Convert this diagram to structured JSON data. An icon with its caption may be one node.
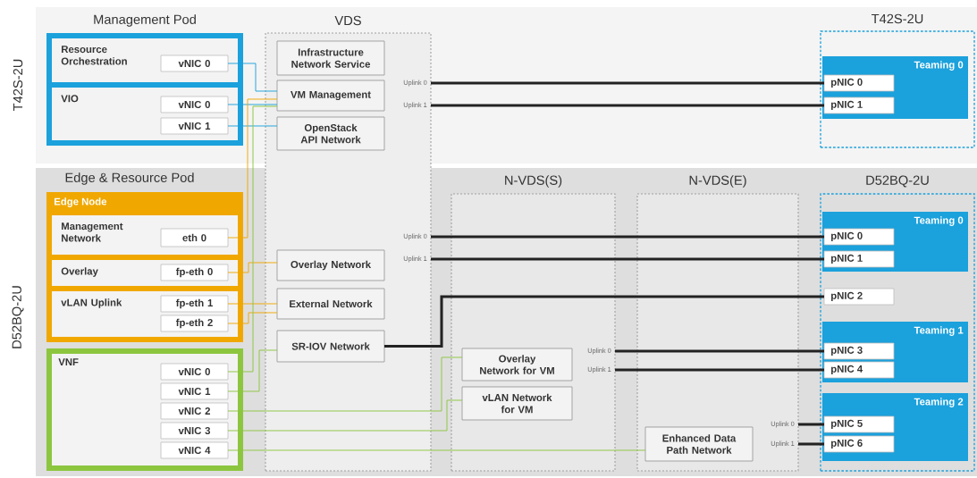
{
  "diagram": {
    "nodes": [
      {
        "text": [
          "Management Pod"
        ]
      },
      {
        "text": [
          "Resource Orchestration"
        ],
        "in": 0
      },
      {
        "text": [
          "vNIC 0"
        ],
        "in": 1
      },
      {
        "text": [
          "VIO"
        ],
        "in": 0
      },
      {
        "text": [
          "vNIC 0"
        ],
        "in": 3
      },
      {
        "text": [
          "vNIC 1"
        ],
        "in": 3
      },
      {
        "text": [
          "VDS"
        ]
      },
      {
        "text": [
          "Infrastructure Network Service"
        ],
        "in": 6
      },
      {
        "text": [
          "VM Management"
        ],
        "in": 6
      },
      {
        "text": [
          "OpenStack API Network"
        ],
        "in": 6
      },
      {
        "text": [
          "T42S-2U"
        ]
      },
      {
        "text": [
          "Teaming 0"
        ],
        "in": 10
      },
      {
        "text": [
          "pNIC 0"
        ],
        "in": 11
      },
      {
        "text": [
          "pNIC 1"
        ],
        "in": 11
      },
      {
        "text": [
          "Edge Node"
        ]
      },
      {
        "text": [
          "Management Network"
        ],
        "in": 14
      },
      {
        "text": [
          "eth 0"
        ],
        "in": 15
      },
      {
        "text": [
          "Overlay"
        ],
        "in": 14
      },
      {
        "text": [
          "fp-eth 0"
        ],
        "in": 17
      },
      {
        "text": [
          "vLAN Uplink"
        ],
        "in": 14
      },
      {
        "text": [
          "fp-eth 1"
        ],
        "in": 19
      },
      {
        "text": [
          "fp-eth 2"
        ],
        "in": 19
      },
      {
        "text": [
          "VNF"
        ]
      },
      {
        "text": [
          "vNIC 0"
        ],
        "in": 22
      },
      {
        "text": [
          "vNIC 1"
        ],
        "in": 22
      },
      {
        "text": [
          "vNIC 2"
        ],
        "in": 22
      },
      {
        "text": [
          "vNIC 3"
        ],
        "in": 22
      },
      {
        "text": [
          "vNIC 4"
        ],
        "in": 22
      },
      {
        "text": [
          "Overlay Network"
        ],
        "in": 6
      },
      {
        "text": [
          "External Network"
        ],
        "in": 6
      },
      {
        "text": [
          "SR-IOV Network"
        ],
        "in": 6
      },
      {
        "text": [
          "N-VDS(S)"
        ]
      },
      {
        "text": [
          "Overlay Network for VM"
        ],
        "in": 31
      },
      {
        "text": [
          "vLAN Network for VM"
        ],
        "in": 31
      },
      {
        "text": [
          "N-VDS(E)"
        ]
      },
      {
        "text": [
          "Enhanced Data Path Network"
        ],
        "in": 34
      },
      {
        "text": [
          "D52BQ-2U"
        ]
      },
      {
        "text": [
          "Teaming 0"
        ],
        "in": 36
      },
      {
        "text": [
          "pNIC 0"
        ],
        "in": 37
      },
      {
        "text": [
          "pNIC 1"
        ],
        "in": 37
      },
      {
        "text": [
          "pNIC 2"
        ],
        "in": 36
      },
      {
        "text": [
          "Teaming 1"
        ],
        "in": 36
      },
      {
        "text": [
          "pNIC 3"
        ],
        "in": 41
      },
      {
        "text": [
          "pNIC 4"
        ],
        "in": 41
      },
      {
        "text": [
          "Teaming 2"
        ],
        "in": 36
      },
      {
        "text": [
          "pNIC 5"
        ],
        "in": 44
      },
      {
        "text": [
          "pNIC 6"
        ],
        "in": 44
      }
    ],
    "edges": [
      {
        "from": 2,
        "to": 8,
        "arrow": "none",
        "color": "#1ba1dc"
      },
      {
        "from": 4,
        "to": 8,
        "arrow": "none",
        "color": "#1ba1dc"
      },
      {
        "from": 5,
        "to": 9,
        "arrow": "none",
        "color": "#1ba1dc"
      },
      {
        "from": 16,
        "to": 8,
        "arrow": "none",
        "color": "#f0a800"
      },
      {
        "from": 18,
        "to": 28,
        "arrow": "none",
        "color": "#f0a800"
      },
      {
        "from": 20,
        "to": 29,
        "arrow": "none",
        "color": "#f0a800"
      },
      {
        "from": 21,
        "to": 29,
        "arrow": "none",
        "color": "#f0a800"
      },
      {
        "from": 23,
        "to": 8,
        "arrow": "none",
        "color": "#8cc63f"
      },
      {
        "from": 24,
        "to": 30,
        "arrow": "none",
        "color": "#8cc63f"
      },
      {
        "from": 25,
        "to": 32,
        "arrow": "none",
        "color": "#8cc63f"
      },
      {
        "from": 26,
        "to": 33,
        "arrow": "none",
        "color": "#8cc63f"
      },
      {
        "from": 27,
        "to": 35,
        "arrow": "none",
        "color": "#8cc63f"
      },
      {
        "from": 6,
        "to": 12,
        "arrow": "none",
        "label": "Uplink 0",
        "style": "thick",
        "color": "#222222"
      },
      {
        "from": 6,
        "to": 13,
        "arrow": "none",
        "label": "Uplink 1",
        "style": "thick",
        "color": "#222222"
      },
      {
        "from": 6,
        "to": 38,
        "arrow": "none",
        "label": "Uplink 0",
        "style": "thick",
        "color": "#222222"
      },
      {
        "from": 6,
        "to": 39,
        "arrow": "none",
        "label": "Uplink 1",
        "style": "thick",
        "color": "#222222"
      },
      {
        "from": 30,
        "to": 40,
        "arrow": "none",
        "style": "thick",
        "color": "#222222"
      },
      {
        "from": 31,
        "to": 42,
        "arrow": "none",
        "label": "Uplink 0",
        "style": "thick",
        "color": "#222222"
      },
      {
        "from": 31,
        "to": 43,
        "arrow": "none",
        "label": "Uplink 1",
        "style": "thick",
        "color": "#222222"
      },
      {
        "from": 34,
        "to": 45,
        "arrow": "none",
        "label": "Uplink 0",
        "style": "thick",
        "color": "#222222"
      },
      {
        "from": 34,
        "to": 46,
        "arrow": "none",
        "label": "Uplink 1",
        "style": "thick",
        "color": "#222222"
      }
    ],
    "labels": [
      "T42S-2U",
      "Edge & Resource Pod",
      "D52BQ-2U"
    ]
  }
}
